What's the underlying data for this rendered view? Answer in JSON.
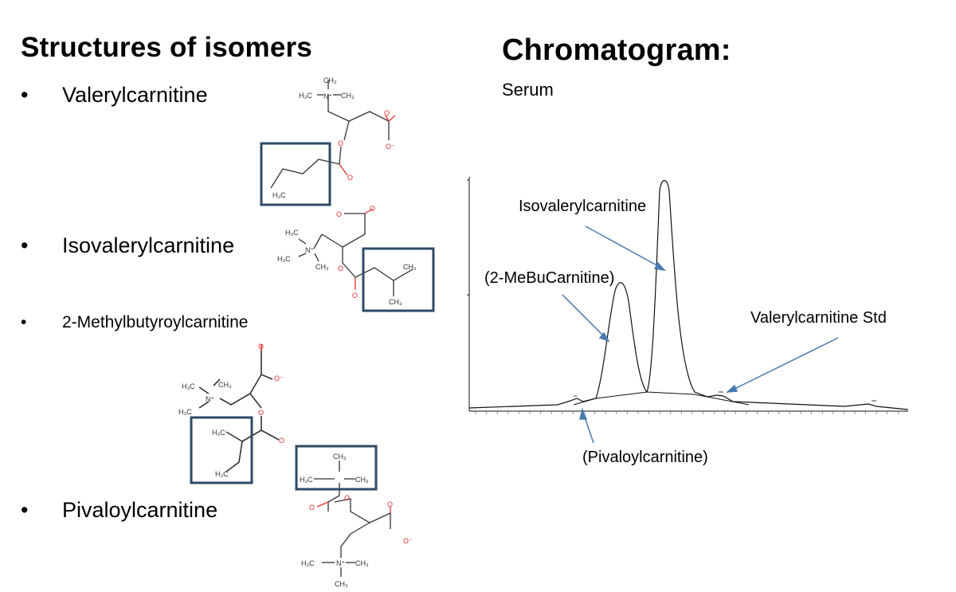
{
  "left_title": "Structures of isomers",
  "right_title": "Chromatogram:",
  "sample_label": "Serum",
  "bullet": "•",
  "isomers": [
    {
      "name": "Valerylcarnitine"
    },
    {
      "name": "Isovalerylcarnitine"
    },
    {
      "name": "2-Methylbutyroylcarnitine"
    },
    {
      "name": "Pivaloylcarnitine"
    }
  ],
  "peak_labels": {
    "isovaleryl": "Isovalerylcarnitine",
    "methylbutyryl": "(2-MeBuCarnitine)",
    "valeryl_std": "Valerylcarnitine Std",
    "pivaloyl": "(Pivaloylcarnitine)"
  },
  "atoms": {
    "ch3": "CH₃",
    "h3c": "H₃C",
    "n_plus": "N⁺",
    "o": "O",
    "o_minus": "O⁻"
  },
  "colors": {
    "box": "#2f4a68",
    "arrow": "#4a7ab0",
    "oxygen": "#e03030",
    "bond": "#333333",
    "trace": "#111111"
  }
}
